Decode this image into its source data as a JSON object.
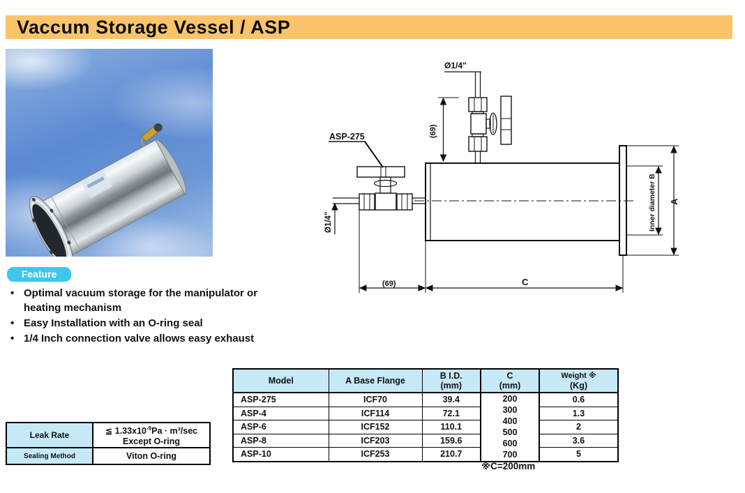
{
  "colors": {
    "title_bar": "#fbc46a",
    "feature_badge": "#3cc7ef",
    "table_header_bg": "#c6e9f8"
  },
  "header": {
    "title": "Vaccum Storage Vessel / ASP"
  },
  "feature": {
    "badge": "Feature",
    "bullets": [
      "Optimal vacuum storage  for the manipulator or heating mechanism",
      "Easy Installation with an O-ring seal",
      "1/4 Inch connection valve allows easy exhaust"
    ]
  },
  "diagram": {
    "labels": {
      "top_port": "Ø1/4\"",
      "top_height": "(69)",
      "valve_model": "ASP-275",
      "side_port": "Ø1/4\"",
      "inner_diameter": "Inner diameter B",
      "flange_diameter": "A",
      "base_offset": "(69)",
      "length": "C"
    }
  },
  "spec_table": {
    "leak_rate_label": "Leak Rate",
    "leak_rate_prefix": "≦ 1.33x10",
    "leak_rate_exponent": "-9",
    "leak_rate_suffix": "Pa · m³/sec",
    "leak_rate_line2": "Except O-ring",
    "sealing_label": "Sealing Method",
    "sealing_value": "Viton O-ring"
  },
  "model_table": {
    "headers": [
      {
        "line1": "Model",
        "line2": ""
      },
      {
        "line1": "A Base  Flange",
        "line2": ""
      },
      {
        "line1": "B I.D.",
        "line2": "(mm)"
      },
      {
        "line1": "C",
        "line2": "(mm)"
      },
      {
        "line1": "Weight ※",
        "line2": "(Kg)"
      }
    ],
    "rows": [
      {
        "model": "ASP-275",
        "flange": "ICF70",
        "bid": "39.4",
        "weight": "0.6"
      },
      {
        "model": "ASP-4",
        "flange": "ICF114",
        "bid": "72.1",
        "weight": "1.3"
      },
      {
        "model": "ASP-6",
        "flange": "ICF152",
        "bid": "110.1",
        "weight": "2"
      },
      {
        "model": "ASP-8",
        "flange": "ICF203",
        "bid": "159.6",
        "weight": "3.6"
      },
      {
        "model": "ASP-10",
        "flange": "ICF253",
        "bid": "210.7",
        "weight": "5"
      }
    ],
    "c_values": [
      "200",
      "300",
      "400",
      "500",
      "600",
      "700"
    ],
    "note": "※C=200mm"
  }
}
